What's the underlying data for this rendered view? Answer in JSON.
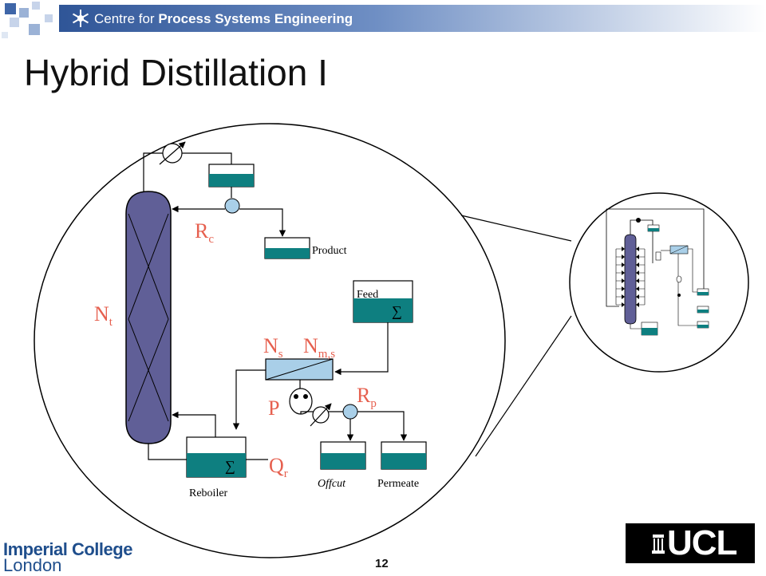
{
  "header": {
    "prefix": "Centre for ",
    "bold": "Process Systems Engineering",
    "bar_color": "#3f66a8"
  },
  "slide": {
    "title": "Hybrid Distillation I",
    "page_number": "12"
  },
  "diagram": {
    "labels": {
      "product": "Product",
      "feed": "Feed",
      "reboiler": "Reboiler",
      "offcut": "Offcut",
      "permeate": "Permeate"
    },
    "variables": {
      "rc": {
        "base": "R",
        "sub": "c"
      },
      "nt": {
        "base": "N",
        "sub": "t"
      },
      "ns": {
        "base": "N",
        "sub": "s"
      },
      "nms": {
        "base": "N",
        "sub": "m,s"
      },
      "rp": {
        "base": "R",
        "sub": "p"
      },
      "p": {
        "base": "P"
      },
      "qr": {
        "base": "Q",
        "sub": "r"
      }
    },
    "colors": {
      "column": "#605f97",
      "liquid": "#0e7f80",
      "membrane": "#a9cfe8",
      "pump": "#a9cfe8",
      "variable_text": "#e6604f"
    }
  },
  "footer": {
    "left_logo_line1": "Imperial College",
    "left_logo_line2": "London",
    "right_logo": "UCL"
  }
}
